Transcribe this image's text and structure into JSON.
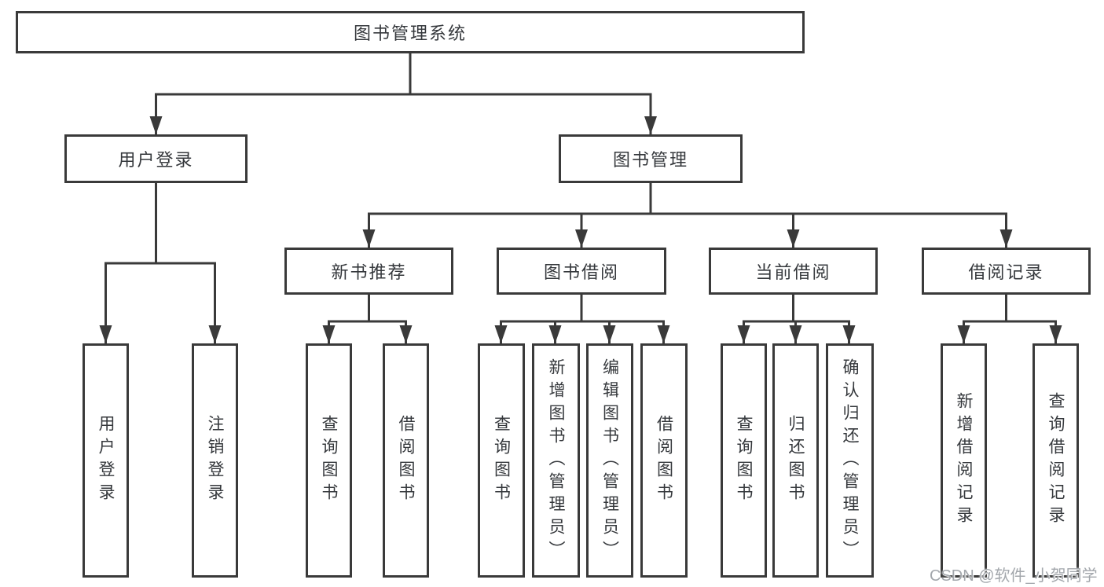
{
  "diagram": {
    "title_node": "图书管理系统",
    "nodes": {
      "root": "图书管理系统",
      "login": "用户登录",
      "manage": "图书管理",
      "login_children": [
        "用户登录",
        "注销登录"
      ],
      "groups": [
        {
          "label": "新书推荐",
          "children": [
            "查询图书",
            "借阅图书"
          ]
        },
        {
          "label": "图书借阅",
          "children": [
            "查询图书",
            "新增图书（管理员）",
            "编辑图书（管理员）",
            "借阅图书"
          ]
        },
        {
          "label": "当前借阅",
          "children": [
            "查询图书",
            "归还图书",
            "确认归还（管理员）"
          ]
        },
        {
          "label": "借阅记录",
          "children": [
            "新增借阅记录",
            "查询借阅记录"
          ]
        }
      ]
    },
    "colors": {
      "line": "#3a3a3a",
      "box_border": "#3a3a3a",
      "box_background": "#ffffff",
      "text": "#35383c",
      "page_background": "#ffffff"
    }
  },
  "watermark": {
    "text": "CSDN @软件_小贺同学",
    "color": "#a3a7ac"
  }
}
